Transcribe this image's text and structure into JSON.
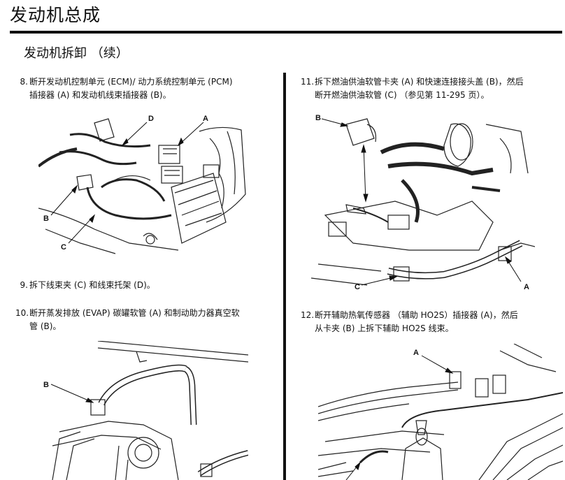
{
  "header": {
    "page_title": "发动机总成",
    "section_title": "发动机拆卸 （续）"
  },
  "left_column": {
    "step8": {
      "number": "8.",
      "line1": "断开发动机控制单元 (ECM)/ 动力系统控制单元 (PCM)",
      "line2": "插接器 (A) 和发动机线束插接器 (B)。"
    },
    "fig8_labels": {
      "a": "A",
      "b": "B",
      "c": "C",
      "d": "D"
    },
    "step9": {
      "number": "9.",
      "line1": "拆下线束夹 (C) 和线束托架 (D)。"
    },
    "step10": {
      "number": "10.",
      "line1": "断开蒸发排放 (EVAP) 碳罐软管 (A) 和制动助力器真空软",
      "line2": "管 (B)。"
    },
    "fig10_labels": {
      "b": "B"
    }
  },
  "right_column": {
    "step11": {
      "number": "11.",
      "line1": "拆下燃油供油软管卡夹 (A) 和快速连接接头盖 (B)，然后",
      "line2": "断开燃油供油软管 (C) （参见第 11-295 页）。"
    },
    "fig11_labels": {
      "a": "A",
      "b": "B",
      "c": "C"
    },
    "step12": {
      "number": "12.",
      "line1": "断开辅助热氧传感器 （辅助 HO2S）插接器 (A)，然后",
      "line2": "从卡夹 (B) 上拆下辅助 HO2S 线束。"
    },
    "fig12_labels": {
      "a": "A"
    }
  }
}
